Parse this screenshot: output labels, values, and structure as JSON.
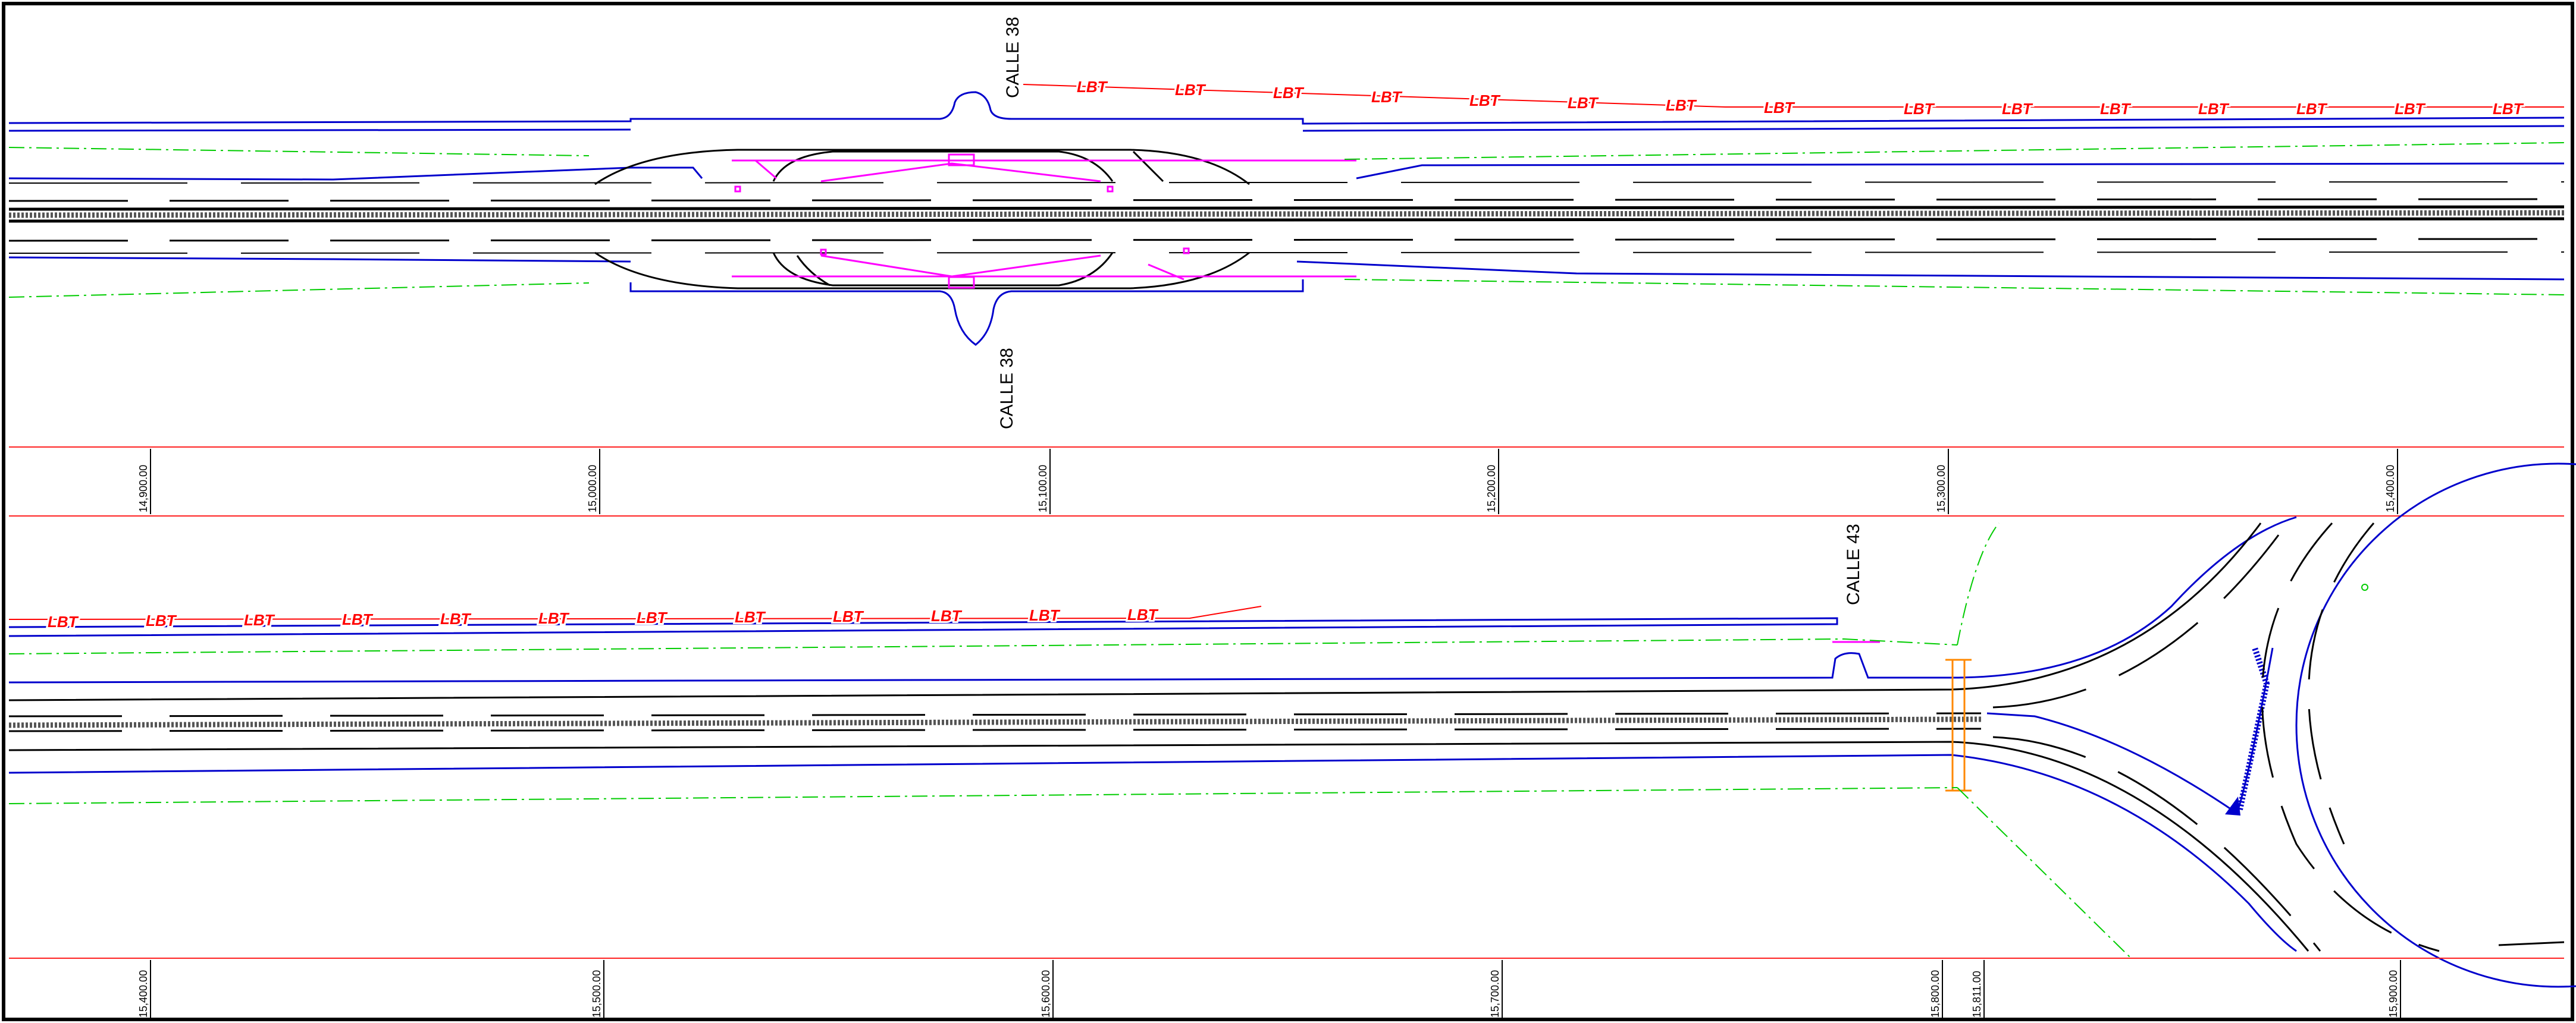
{
  "drawing": {
    "colors": {
      "road_edge": "#0000cc",
      "lane": "#000000",
      "station_line": "#ff2222",
      "utility_lbt": "#ff0000",
      "drain": "#00cc00",
      "pedestrian": "#ff00ff",
      "crosswalk": "#ff8800",
      "frame": "#000000"
    },
    "upper_panel": {
      "street_labels": [
        "CALLE 38",
        "CALLE 38"
      ],
      "stations": [
        "14,900.00",
        "15,000.00",
        "15,100.00",
        "15,200.00",
        "15,300.00",
        "15,400.00"
      ],
      "utility_label": "LBT"
    },
    "lower_panel": {
      "street_labels": [
        "CALLE 43"
      ],
      "stations": [
        "15,400.00",
        "15,500.00",
        "15,600.00",
        "15,700.00",
        "15,800.00",
        "15,811.00",
        "15,900.00"
      ],
      "utility_label": "LBT"
    }
  }
}
